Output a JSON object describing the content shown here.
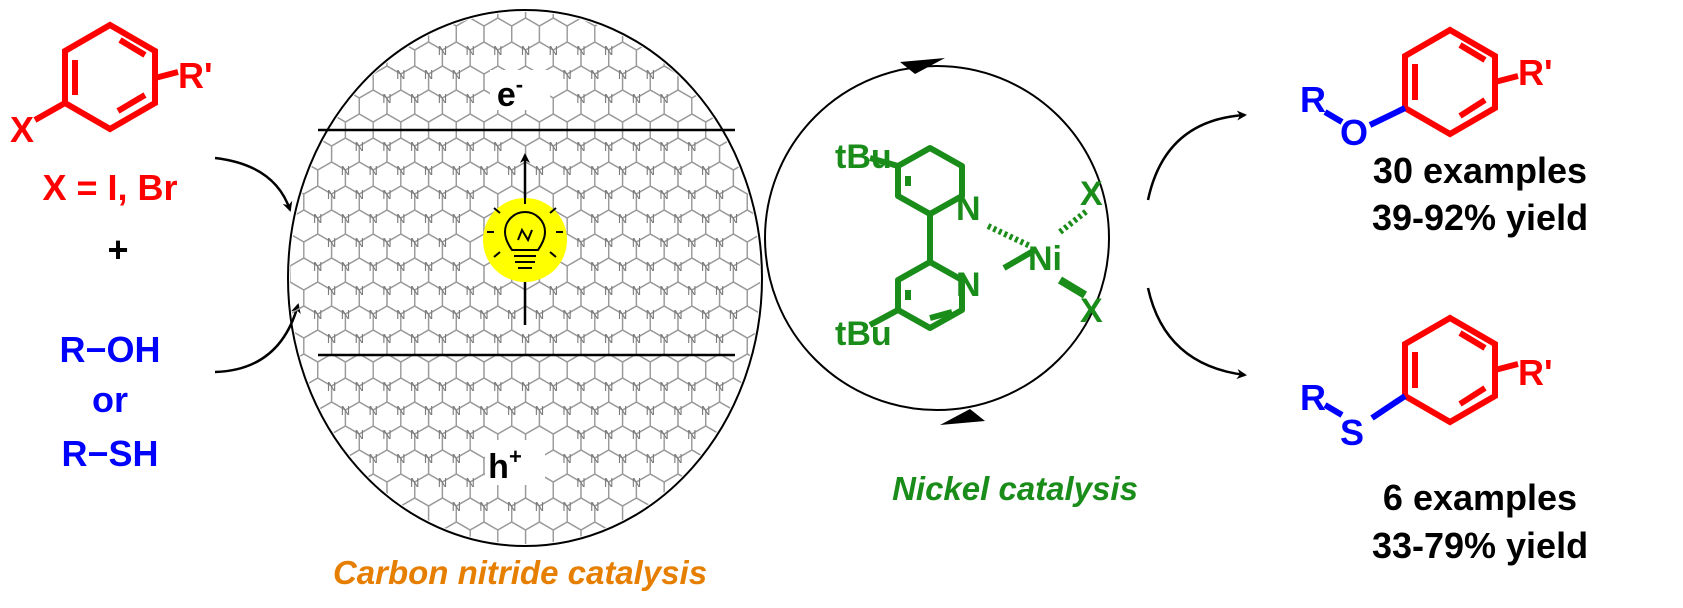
{
  "reactants": {
    "aryl_x": "X",
    "aryl_r": "R'",
    "halide_def": "X = I, Br",
    "plus": "+",
    "alcohol": "R−OH",
    "or": "or",
    "thiol": "R−SH"
  },
  "carbon_nitride": {
    "electron": "e",
    "electron_sup": "-",
    "hole": "h",
    "hole_sup": "+",
    "n_label": "N",
    "caption": "Carbon nitride catalysis"
  },
  "nickel": {
    "tbu_top": "tBu",
    "tbu_bottom": "tBu",
    "n_top": "N",
    "n_bottom": "N",
    "metal": "Ni",
    "x_top": "X",
    "x_bottom": "X",
    "caption": "Nickel catalysis"
  },
  "products": {
    "ether": {
      "r": "R",
      "hetero": "O",
      "r_prime": "R'",
      "examples": "30 examples",
      "yield": "39-92% yield"
    },
    "thioether": {
      "r": "R",
      "hetero": "S",
      "r_prime": "R'",
      "examples": "6 examples",
      "yield": "33-79% yield"
    }
  },
  "colors": {
    "aryl": "#ff0000",
    "nucleophile": "#0000ff",
    "nickel": "#1a8c1a",
    "cn_caption": "#e67e00",
    "bulb": "#ffff00"
  }
}
